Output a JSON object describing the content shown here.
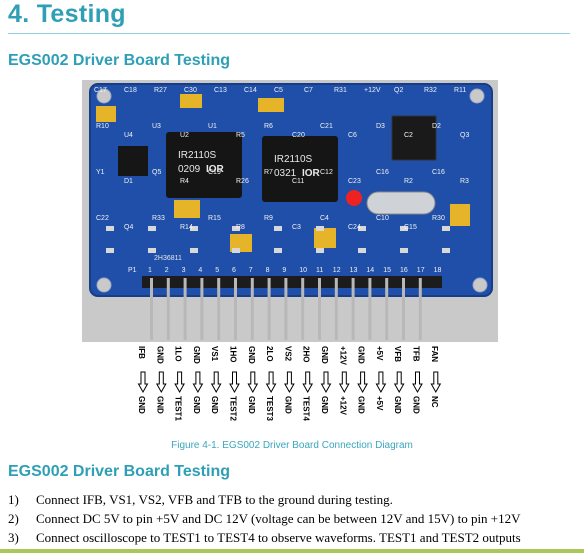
{
  "section": {
    "title": "4. Testing"
  },
  "subheading1": "EGS002 Driver Board Testing",
  "subheading2": "EGS002 Driver Board Testing",
  "board": {
    "chip1": {
      "line1": "IR2110S",
      "line2": "0209",
      "logo": "IOR"
    },
    "chip2": {
      "line1": "IR2110S",
      "line2": "0321",
      "logo": "IOR"
    },
    "top_labels": [
      "C17",
      "C18",
      "R27",
      "C30",
      "C13",
      "C14",
      "C5",
      "C7",
      "R31",
      "+12V",
      "Q2",
      "R32",
      "R11"
    ],
    "side_labels": [
      "R10",
      "U4",
      "U3",
      "U2",
      "U1",
      "R5",
      "R6",
      "C20",
      "C21",
      "C6",
      "D3",
      "C2",
      "D2",
      "Q3",
      "Y1",
      "D1",
      "Q5",
      "R4",
      "C19",
      "R26",
      "R7",
      "C11",
      "C12",
      "C23",
      "C16",
      "R2",
      "C16",
      "R3",
      "C22",
      "Q4",
      "R33",
      "R14",
      "R15",
      "R8",
      "R9",
      "C3",
      "C4",
      "C24",
      "C10",
      "C15",
      "R30"
    ],
    "board_id": "2H36811",
    "pin_header_label": "P1",
    "pin_numbers": [
      "1",
      "2",
      "3",
      "4",
      "5",
      "6",
      "7",
      "8",
      "9",
      "10",
      "11",
      "12",
      "13",
      "14",
      "15",
      "16",
      "17",
      "18"
    ]
  },
  "pins": [
    {
      "name": "IFB",
      "target": "GND"
    },
    {
      "name": "GND",
      "target": "GND"
    },
    {
      "name": "1LO",
      "target": "TEST1"
    },
    {
      "name": "GND",
      "target": "GND"
    },
    {
      "name": "VS1",
      "target": "GND"
    },
    {
      "name": "1HO",
      "target": "TEST2"
    },
    {
      "name": "GND",
      "target": "GND"
    },
    {
      "name": "2LO",
      "target": "TEST3"
    },
    {
      "name": "VS2",
      "target": "GND"
    },
    {
      "name": "2HO",
      "target": "TEST4"
    },
    {
      "name": "GND",
      "target": "GND"
    },
    {
      "name": "+12V",
      "target": "+12V"
    },
    {
      "name": "GND",
      "target": "GND"
    },
    {
      "name": "+5V",
      "target": "+5V"
    },
    {
      "name": "VFB",
      "target": "GND"
    },
    {
      "name": "TFB",
      "target": "GND"
    },
    {
      "name": "FAN",
      "target": "NC"
    }
  ],
  "caption": "Figure 4-1. EGS002 Driver Board Connection Diagram",
  "steps": [
    {
      "num": "1)",
      "text": "Connect IFB, VS1, VS2, VFB and TFB to the ground during testing."
    },
    {
      "num": "2)",
      "text": "Connect DC 5V to pin +5V and DC 12V (voltage can be between 12V and 15V) to pin +12V"
    },
    {
      "num": "3)",
      "text": "Connect oscilloscope to TEST1 to TEST4 to observe waveforms. TEST1 and TEST2 outputs"
    }
  ],
  "colors": {
    "heading": "#2e9fb5",
    "caption": "#3aa6bd",
    "pcb": "#1f4fa8",
    "pcb_background": "#c9c9c9",
    "footer_rule": "#a9c85a"
  }
}
